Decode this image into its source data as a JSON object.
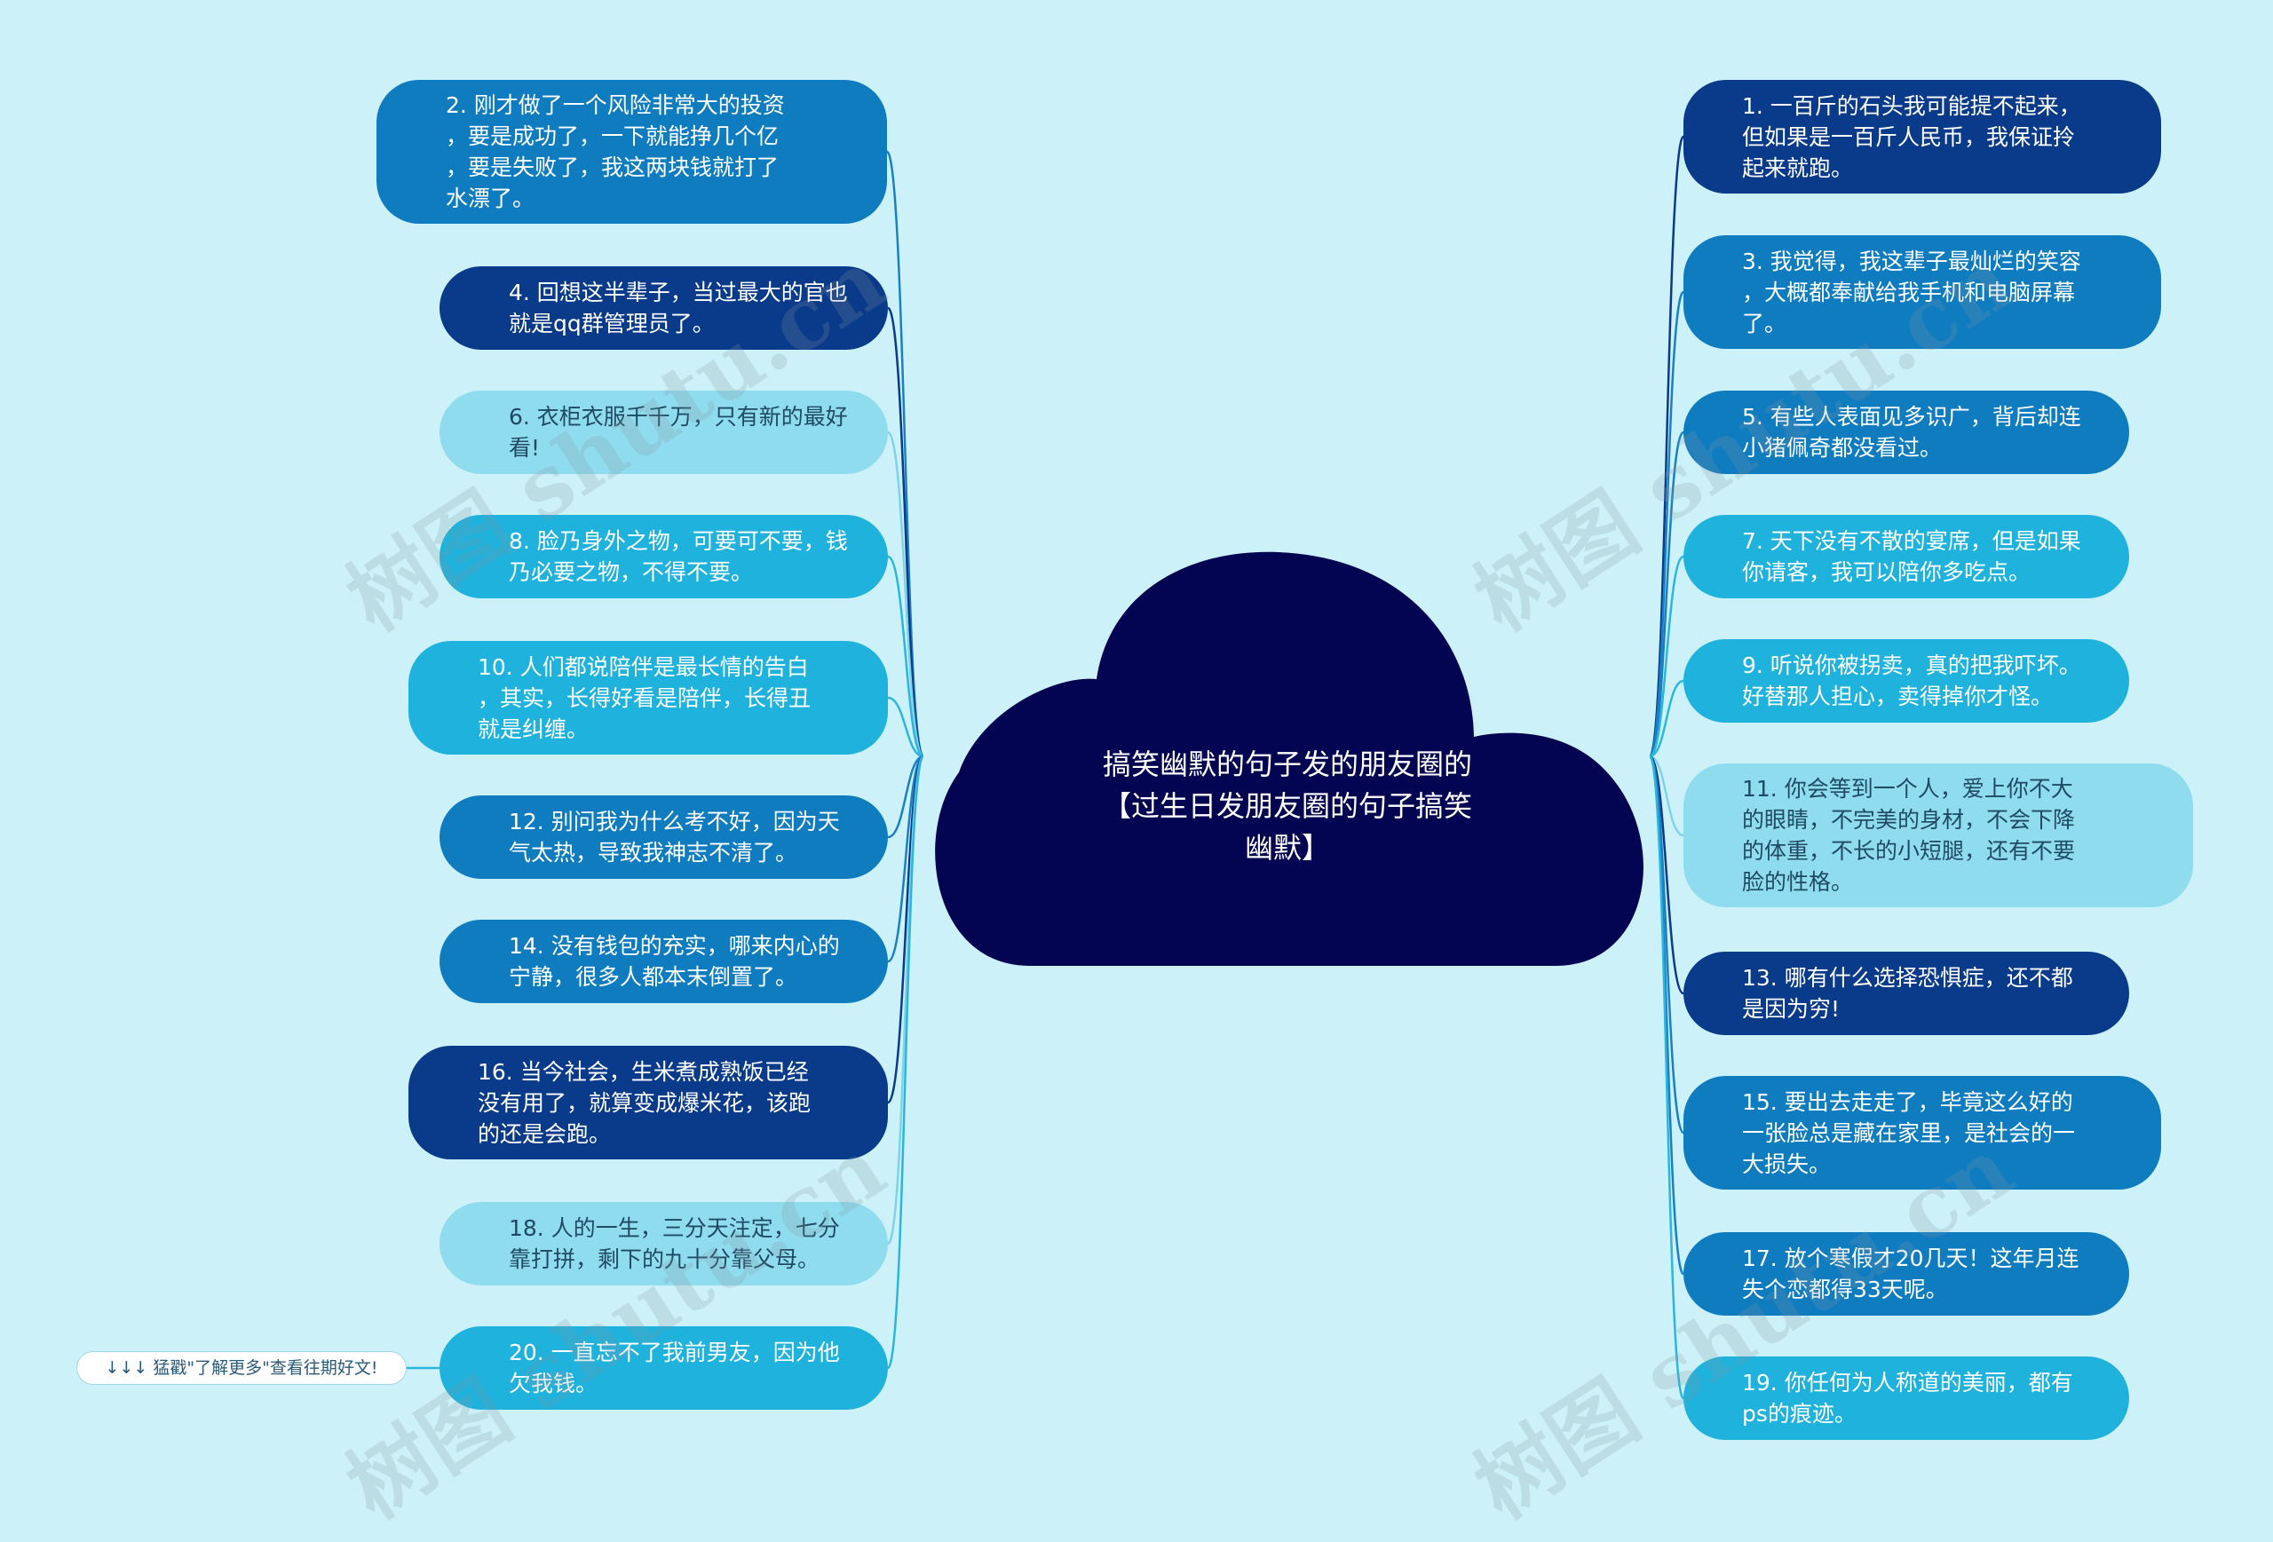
{
  "title": "搞笑幽默的句子发的朋友圈的【过生日发朋友圈的句子搞笑幽默】",
  "note": "↓↓↓ 猛戳\"了解更多\"查看往期好文!",
  "watermark": "树图 shutu.cn",
  "colors": {
    "background": "#cdf1f8",
    "center": "#030552",
    "navy": "#0a3a8a",
    "mid": "#0f7cc0",
    "cyan": "#1fb2dd",
    "light": "#8fdcef"
  },
  "left_nodes": [
    {
      "lines": [
        "2. 刚才做了一个风险非常大的投资",
        "，要是成功了，一下就能挣几个亿",
        "，要是失败了，我这两块钱就打了",
        "水漂了。"
      ],
      "color": "mid"
    },
    {
      "lines": [
        "4. 回想这半辈子，当过最大的官也",
        "就是qq群管理员了。"
      ],
      "color": "navy"
    },
    {
      "lines": [
        "6. 衣柜衣服千千万，只有新的最好",
        "看!"
      ],
      "color": "light"
    },
    {
      "lines": [
        "8. 脸乃身外之物，可要可不要，钱",
        "乃必要之物，不得不要。"
      ],
      "color": "cyan"
    },
    {
      "lines": [
        "10. 人们都说陪伴是最长情的告白",
        "，其实，长得好看是陪伴，长得丑",
        "就是纠缠。"
      ],
      "color": "cyan"
    },
    {
      "lines": [
        "12. 别问我为什么考不好，因为天",
        "气太热，导致我神志不清了。"
      ],
      "color": "mid"
    },
    {
      "lines": [
        "14. 没有钱包的充实，哪来内心的",
        "宁静，很多人都本末倒置了。"
      ],
      "color": "mid"
    },
    {
      "lines": [
        "16. 当今社会，生米煮成熟饭已经",
        "没有用了，就算变成爆米花，该跑",
        "的还是会跑。"
      ],
      "color": "navy"
    },
    {
      "lines": [
        "18. 人的一生，三分天注定，七分",
        "靠打拼，剩下的九十分靠父母。"
      ],
      "color": "light"
    },
    {
      "lines": [
        "20. 一直忘不了我前男友，因为他",
        "欠我钱。"
      ],
      "color": "cyan"
    }
  ],
  "right_nodes": [
    {
      "lines": [
        "1. 一百斤的石头我可能提不起来，",
        "但如果是一百斤人民币，我保证拎",
        "起来就跑。"
      ],
      "color": "navy"
    },
    {
      "lines": [
        "3. 我觉得，我这辈子最灿烂的笑容",
        "，大概都奉献给我手机和电脑屏幕",
        "了。"
      ],
      "color": "mid"
    },
    {
      "lines": [
        "5. 有些人表面见多识广，背后却连",
        "小猪佩奇都没看过。"
      ],
      "color": "mid"
    },
    {
      "lines": [
        "7. 天下没有不散的宴席，但是如果",
        "你请客，我可以陪你多吃点。"
      ],
      "color": "cyan"
    },
    {
      "lines": [
        "9. 听说你被拐卖，真的把我吓坏。",
        "好替那人担心，卖得掉你才怪。"
      ],
      "color": "cyan"
    },
    {
      "lines": [
        "11. 你会等到一个人，爱上你不大",
        "的眼睛，不完美的身材，不会下降",
        "的体重，不长的小短腿，还有不要",
        "脸的性格。"
      ],
      "color": "light"
    },
    {
      "lines": [
        "13. 哪有什么选择恐惧症，还不都",
        "是因为穷!"
      ],
      "color": "navy"
    },
    {
      "lines": [
        "15. 要出去走走了，毕竟这么好的",
        "一张脸总是藏在家里，是社会的一",
        "大损失。"
      ],
      "color": "mid"
    },
    {
      "lines": [
        "17. 放个寒假才20几天！这年月连",
        "失个恋都得33天呢。"
      ],
      "color": "mid"
    },
    {
      "lines": [
        "19. 你任何为人称道的美丽，都有",
        "ps的痕迹。"
      ],
      "color": "cyan"
    }
  ]
}
